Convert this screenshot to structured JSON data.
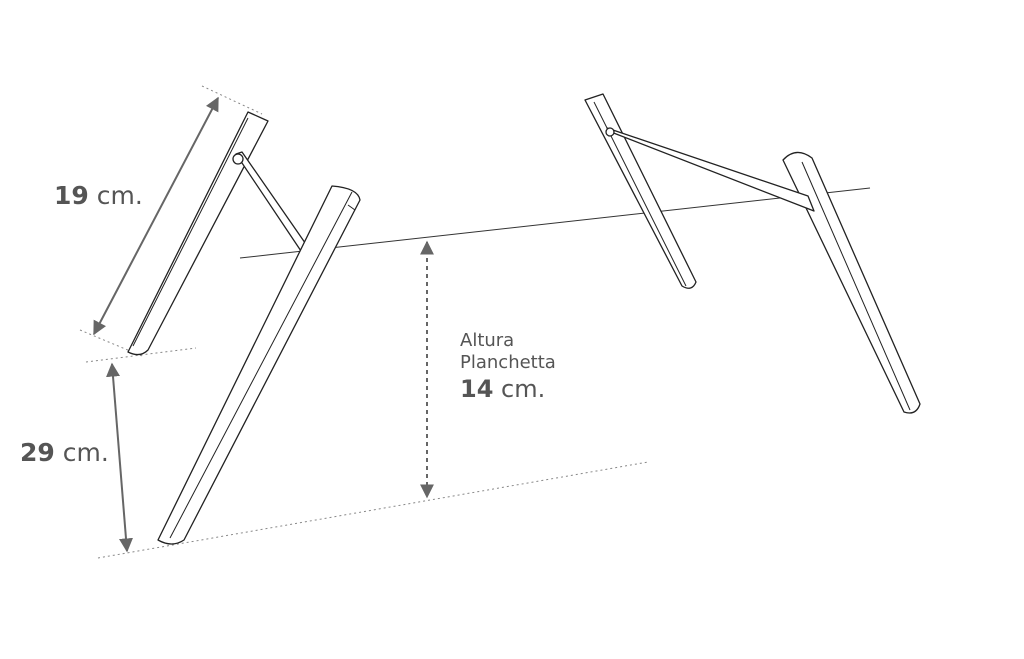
{
  "dimensions": {
    "upper_leg": {
      "value": "19",
      "unit": "cm."
    },
    "lower_leg": {
      "value": "29",
      "unit": "cm."
    },
    "board_height": {
      "line1": "Altura",
      "line2": "Planchetta",
      "value": "14",
      "unit": "cm."
    }
  },
  "colors": {
    "stroke": "#222222",
    "dimension": "#666666",
    "text": "#555555"
  }
}
